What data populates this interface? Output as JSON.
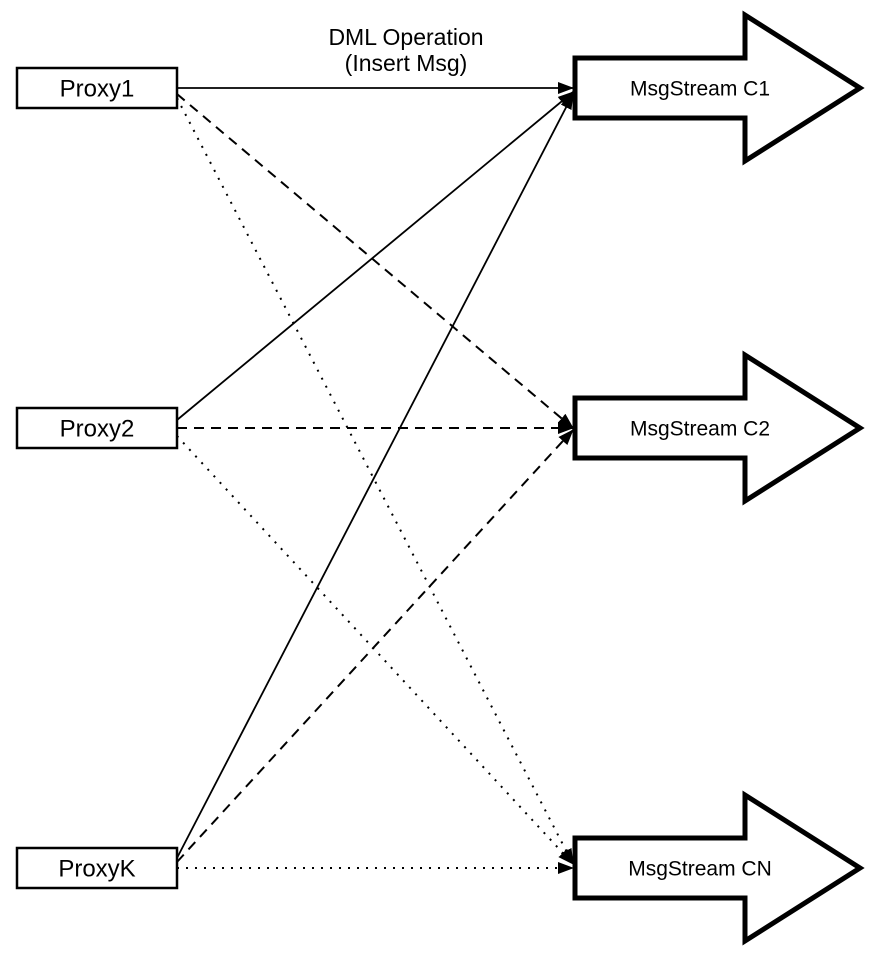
{
  "title": {
    "line1": "DML Operation",
    "line2": "(Insert Msg)"
  },
  "diagram": {
    "proxies": [
      {
        "id": "proxy1",
        "label": "Proxy1"
      },
      {
        "id": "proxy2",
        "label": "Proxy2"
      },
      {
        "id": "proxyk",
        "label": "ProxyK"
      }
    ],
    "streams": [
      {
        "id": "c1",
        "label": "MsgStream C1"
      },
      {
        "id": "c2",
        "label": "MsgStream C2"
      },
      {
        "id": "cn",
        "label": "MsgStream CN"
      }
    ],
    "edges": [
      {
        "from": "Proxy1",
        "to": "MsgStream C1",
        "style": "solid"
      },
      {
        "from": "Proxy1",
        "to": "MsgStream C2",
        "style": "dashed"
      },
      {
        "from": "Proxy1",
        "to": "MsgStream CN",
        "style": "dotted"
      },
      {
        "from": "Proxy2",
        "to": "MsgStream C1",
        "style": "solid"
      },
      {
        "from": "Proxy2",
        "to": "MsgStream C2",
        "style": "dashed"
      },
      {
        "from": "Proxy2",
        "to": "MsgStream CN",
        "style": "dotted"
      },
      {
        "from": "ProxyK",
        "to": "MsgStream C1",
        "style": "solid"
      },
      {
        "from": "ProxyK",
        "to": "MsgStream C2",
        "style": "dashed"
      },
      {
        "from": "ProxyK",
        "to": "MsgStream CN",
        "style": "dotted"
      }
    ],
    "colors": {
      "stroke": "#000000",
      "fill": "#ffffff",
      "background": "#ffffff"
    }
  }
}
